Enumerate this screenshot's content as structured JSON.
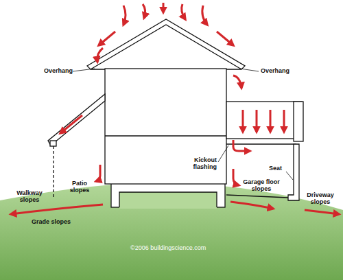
{
  "diagram": {
    "labels": [
      "Overhang",
      "Overhang",
      "Kickout flashing",
      "Seat",
      "Garage floor slopes",
      "Driveway slopes",
      "Walkway slopes",
      "Patio slopes",
      "Grade slopes",
      "©2006 buildingscience.com"
    ]
  }
}
